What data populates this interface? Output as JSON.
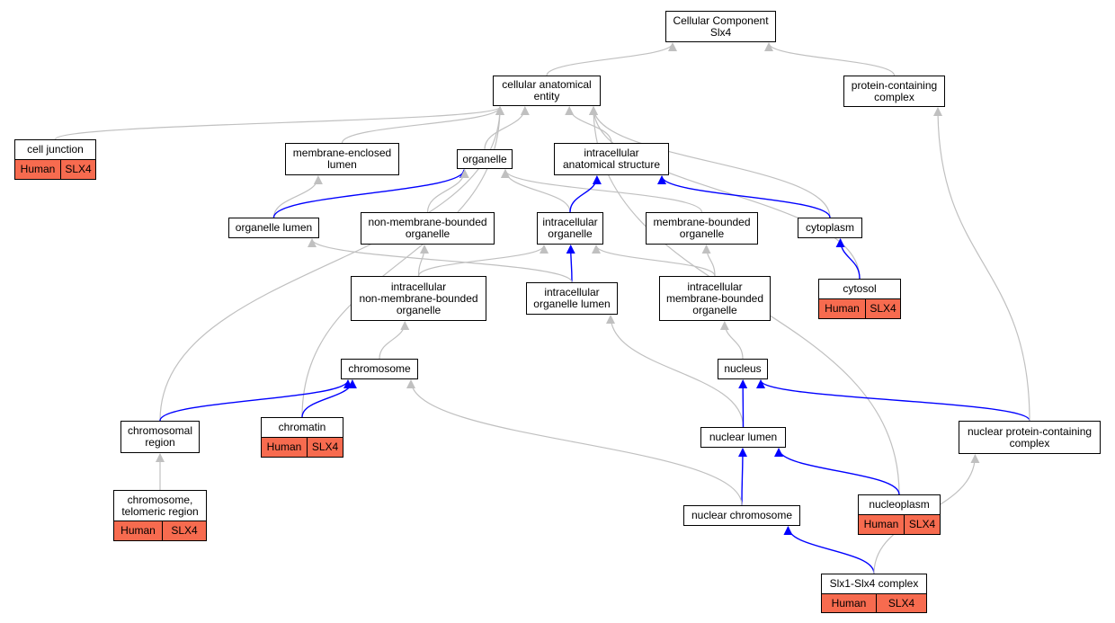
{
  "colors": {
    "is_a_edge": "#c0c0c0",
    "part_of_edge": "#0000ff",
    "annotation_fill": "#f76b4f",
    "node_border": "#000000",
    "node_fill": "#ffffff"
  },
  "nodes": [
    {
      "id": "root",
      "lines": [
        "Cellular Component",
        "Slx4"
      ]
    },
    {
      "id": "cae",
      "lines": [
        "cellular anatomical",
        "entity"
      ]
    },
    {
      "id": "pcc",
      "lines": [
        "protein-containing",
        "complex"
      ]
    },
    {
      "id": "cj",
      "lines": [
        "cell junction"
      ],
      "annotation": {
        "species": "Human",
        "gene": "SLX4"
      }
    },
    {
      "id": "mel",
      "lines": [
        "membrane-enclosed",
        "lumen"
      ]
    },
    {
      "id": "org",
      "lines": [
        "organelle"
      ]
    },
    {
      "id": "ias",
      "lines": [
        "intracellular",
        "anatomical structure"
      ]
    },
    {
      "id": "ol",
      "lines": [
        "organelle lumen"
      ]
    },
    {
      "id": "nmbo",
      "lines": [
        "non-membrane-bounded",
        "organelle"
      ]
    },
    {
      "id": "io",
      "lines": [
        "intracellular",
        "organelle"
      ]
    },
    {
      "id": "mbo",
      "lines": [
        "membrane-bounded",
        "organelle"
      ]
    },
    {
      "id": "cyto",
      "lines": [
        "cytoplasm"
      ]
    },
    {
      "id": "inmbo",
      "lines": [
        "intracellular",
        "non-membrane-bounded",
        "organelle"
      ]
    },
    {
      "id": "iol",
      "lines": [
        "intracellular",
        "organelle lumen"
      ]
    },
    {
      "id": "imbo",
      "lines": [
        "intracellular",
        "membrane-bounded",
        "organelle"
      ]
    },
    {
      "id": "cytosol",
      "lines": [
        "cytosol"
      ],
      "annotation": {
        "species": "Human",
        "gene": "SLX4"
      }
    },
    {
      "id": "chr",
      "lines": [
        "chromosome"
      ]
    },
    {
      "id": "nuc",
      "lines": [
        "nucleus"
      ]
    },
    {
      "id": "chrreg",
      "lines": [
        "chromosomal",
        "region"
      ]
    },
    {
      "id": "chromatin",
      "lines": [
        "chromatin"
      ],
      "annotation": {
        "species": "Human",
        "gene": "SLX4"
      }
    },
    {
      "id": "nl",
      "lines": [
        "nuclear lumen"
      ]
    },
    {
      "id": "npcc",
      "lines": [
        "nuclear protein-containing",
        "complex"
      ]
    },
    {
      "id": "telo",
      "lines": [
        "chromosome,",
        "telomeric region"
      ],
      "annotation": {
        "species": "Human",
        "gene": "SLX4"
      }
    },
    {
      "id": "nucleoplasm",
      "lines": [
        "nucleoplasm"
      ],
      "annotation": {
        "species": "Human",
        "gene": "SLX4"
      }
    },
    {
      "id": "nchr",
      "lines": [
        "nuclear chromosome"
      ]
    },
    {
      "id": "slx",
      "lines": [
        "Slx1-Slx4 complex"
      ],
      "annotation": {
        "species": "Human",
        "gene": "SLX4"
      }
    }
  ],
  "edges": [
    {
      "from": "cae",
      "to": "root",
      "rel": "is_a"
    },
    {
      "from": "pcc",
      "to": "root",
      "rel": "is_a"
    },
    {
      "from": "cj",
      "to": "cae",
      "rel": "is_a"
    },
    {
      "from": "mel",
      "to": "cae",
      "rel": "is_a"
    },
    {
      "from": "org",
      "to": "cae",
      "rel": "is_a"
    },
    {
      "from": "ias",
      "to": "cae",
      "rel": "is_a"
    },
    {
      "from": "cyto",
      "to": "cae",
      "rel": "is_a"
    },
    {
      "from": "cytosol",
      "to": "cae",
      "rel": "is_a"
    },
    {
      "from": "chrreg",
      "to": "cae",
      "rel": "is_a"
    },
    {
      "from": "chromatin",
      "to": "cae",
      "rel": "is_a"
    },
    {
      "from": "nucleoplasm",
      "to": "cae",
      "rel": "is_a"
    },
    {
      "from": "ol",
      "to": "mel",
      "rel": "is_a"
    },
    {
      "from": "ol",
      "to": "org",
      "rel": "part_of"
    },
    {
      "from": "nmbo",
      "to": "org",
      "rel": "is_a"
    },
    {
      "from": "io",
      "to": "org",
      "rel": "is_a"
    },
    {
      "from": "mbo",
      "to": "org",
      "rel": "is_a"
    },
    {
      "from": "io",
      "to": "ias",
      "rel": "part_of"
    },
    {
      "from": "cyto",
      "to": "ias",
      "rel": "part_of"
    },
    {
      "from": "inmbo",
      "to": "nmbo",
      "rel": "is_a"
    },
    {
      "from": "inmbo",
      "to": "io",
      "rel": "is_a"
    },
    {
      "from": "iol",
      "to": "io",
      "rel": "part_of"
    },
    {
      "from": "iol",
      "to": "ol",
      "rel": "is_a"
    },
    {
      "from": "imbo",
      "to": "io",
      "rel": "is_a"
    },
    {
      "from": "imbo",
      "to": "mbo",
      "rel": "is_a"
    },
    {
      "from": "cytosol",
      "to": "cyto",
      "rel": "part_of"
    },
    {
      "from": "chr",
      "to": "inmbo",
      "rel": "is_a"
    },
    {
      "from": "nuc",
      "to": "imbo",
      "rel": "is_a"
    },
    {
      "from": "chrreg",
      "to": "chr",
      "rel": "part_of"
    },
    {
      "from": "chromatin",
      "to": "chr",
      "rel": "part_of"
    },
    {
      "from": "nl",
      "to": "iol",
      "rel": "is_a"
    },
    {
      "from": "nl",
      "to": "nuc",
      "rel": "part_of"
    },
    {
      "from": "npcc",
      "to": "nuc",
      "rel": "part_of"
    },
    {
      "from": "npcc",
      "to": "pcc",
      "rel": "is_a"
    },
    {
      "from": "telo",
      "to": "chrreg",
      "rel": "is_a"
    },
    {
      "from": "nucleoplasm",
      "to": "nl",
      "rel": "part_of"
    },
    {
      "from": "nchr",
      "to": "nl",
      "rel": "part_of"
    },
    {
      "from": "nchr",
      "to": "chr",
      "rel": "is_a"
    },
    {
      "from": "slx",
      "to": "nchr",
      "rel": "part_of"
    },
    {
      "from": "slx",
      "to": "npcc",
      "rel": "is_a"
    }
  ]
}
